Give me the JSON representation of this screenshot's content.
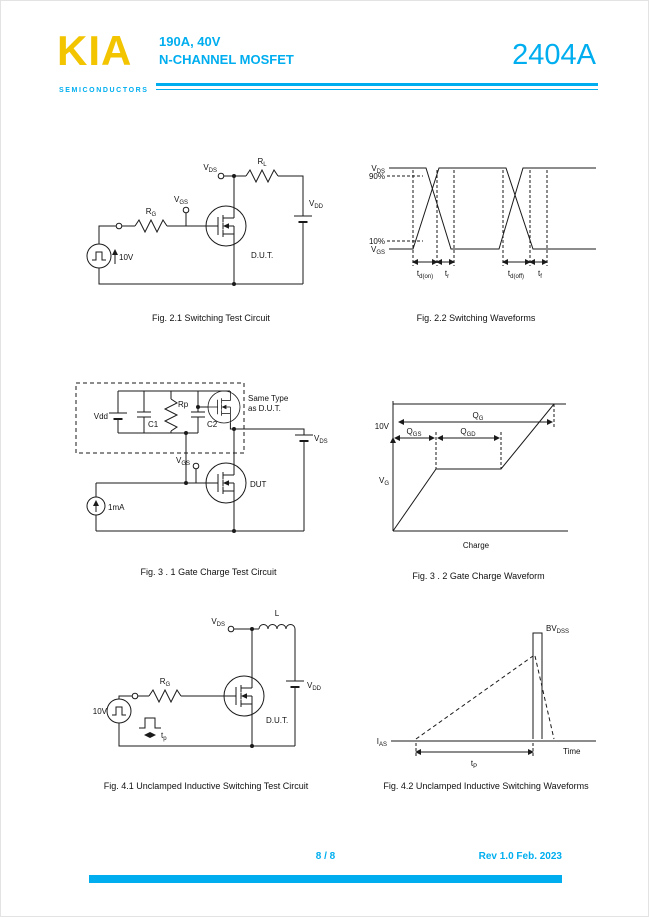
{
  "header": {
    "brand": "KIA",
    "brand_sub": "SEMICONDUCTORS",
    "rating": "190A, 40V",
    "device_type": "N-CHANNEL MOSFET",
    "part_number": "2404A"
  },
  "footer": {
    "page": "8 / 8",
    "revision": "Rev 1.0 Feb. 2023"
  },
  "colors": {
    "accent": "#00AEEF",
    "logo": "#F2C500"
  },
  "figures": {
    "fig21": {
      "caption": "Fig. 2.1 Switching Test Circuit",
      "labels": {
        "vds": {
          "m": "V",
          "s": "DS"
        },
        "rl": {
          "m": "R",
          "s": "L"
        },
        "vdd": {
          "m": "V",
          "s": "DD"
        },
        "vgs": {
          "m": "V",
          "s": "GS"
        },
        "rg": {
          "m": "R",
          "s": "G"
        },
        "source": "10V",
        "dut": "D.U.T."
      }
    },
    "fig22": {
      "caption": "Fig. 2.2 Switching Waveforms",
      "labels": {
        "vds": {
          "m": "V",
          "s": "DS"
        },
        "vgs": {
          "m": "V",
          "s": "GS"
        },
        "p90": "90%",
        "p10": "10%",
        "td_on": {
          "m": "t",
          "s": "d(on)"
        },
        "tr": {
          "m": "t",
          "s": "r"
        },
        "td_off": {
          "m": "t",
          "s": "d(off)"
        },
        "tf": {
          "m": "t",
          "s": "f"
        }
      }
    },
    "fig31": {
      "caption": "Fig. 3 . 1 Gate Charge Test Circuit",
      "labels": {
        "vdd": "Vdd",
        "c1": "C1",
        "rp": "Rp",
        "c2": "C2",
        "same_type_1": "Same Type",
        "same_type_2": "as D.U.T.",
        "vgs": {
          "m": "V",
          "s": "GS"
        },
        "dut": "DUT",
        "current": "1mA",
        "vds": {
          "m": "V",
          "s": "DS"
        }
      }
    },
    "fig32": {
      "caption": "Fig. 3 . 2 Gate Charge Waveform",
      "labels": {
        "level": "10V",
        "vg": {
          "m": "V",
          "s": "G"
        },
        "qg": {
          "m": "Q",
          "s": "G"
        },
        "qgs": {
          "m": "Q",
          "s": "GS"
        },
        "qgd": {
          "m": "Q",
          "s": "GD"
        },
        "xaxis": "Charge"
      }
    },
    "fig41": {
      "caption": "Fig. 4.1 Unclamped Inductive Switching Test Circuit",
      "labels": {
        "vds": {
          "m": "V",
          "s": "DS"
        },
        "l": "L",
        "vdd": {
          "m": "V",
          "s": "DD"
        },
        "rg": {
          "m": "R",
          "s": "G"
        },
        "source": "10V",
        "tp": {
          "m": "t",
          "s": "p"
        },
        "dut": "D.U.T."
      }
    },
    "fig42": {
      "caption": "Fig. 4.2 Unclamped Inductive Switching Waveforms",
      "labels": {
        "bvdss": {
          "m": "BV",
          "s": "DSS"
        },
        "ias": {
          "m": "I",
          "s": "AS"
        },
        "tp": {
          "m": "t",
          "s": "P"
        },
        "time": "Time"
      }
    }
  }
}
